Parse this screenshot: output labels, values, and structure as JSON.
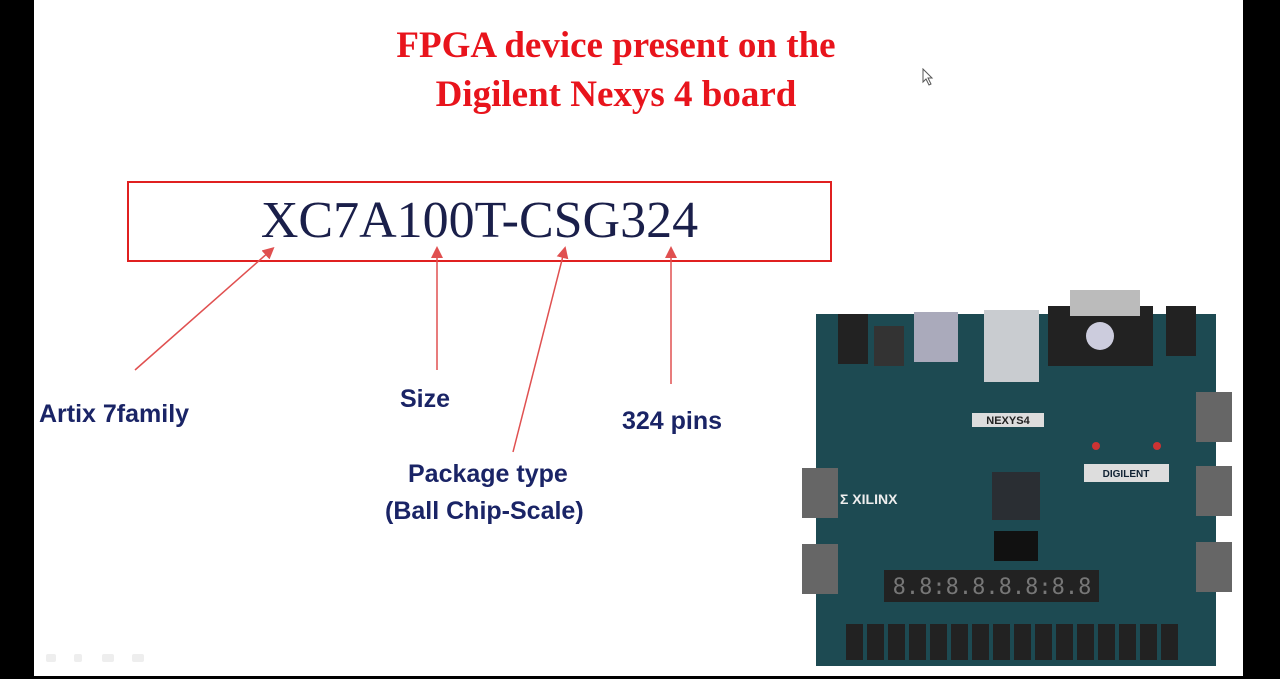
{
  "title_line1": "FPGA device present on the",
  "title_line2": "Digilent Nexys 4 board",
  "part_number": "XC7A100T-CSG324",
  "labels": {
    "family": "Artix 7family",
    "size": "Size",
    "package_line1": "Package type",
    "package_line2": "(Ball Chip-Scale)",
    "pins": "324 pins"
  },
  "board_image": {
    "logo_text": [
      "NEXYS4",
      "XILINX",
      "DIGILENT"
    ],
    "board_color": "#1d4a52"
  },
  "colors": {
    "title": "#e8141c",
    "label": "#1a2466",
    "arrow": "#e05050"
  }
}
